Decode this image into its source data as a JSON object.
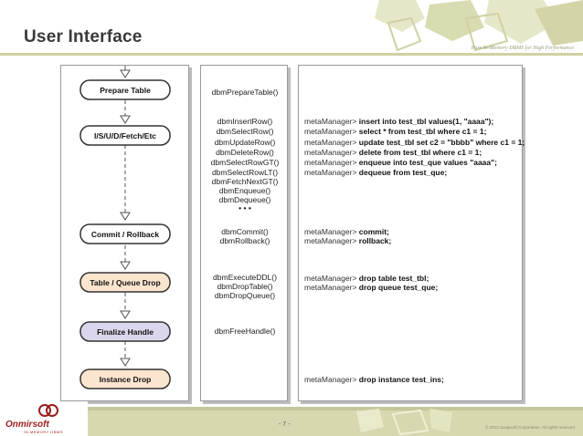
{
  "header": {
    "title": "User Interface",
    "tagline": "Pure In-Memory DBMS for High Performance"
  },
  "colors": {
    "accent": "#cfd1a3",
    "footer": "#d7d8b0",
    "box_default": "#ffffff",
    "box_drop": "#fbe5cf",
    "box_finalize": "#dcd6ec",
    "logo": "#9b1e1e"
  },
  "flow": {
    "steps": [
      {
        "label": "Prepare Table",
        "fill": "#ffffff"
      },
      {
        "label": "I/S/U/D/Fetch/Etc",
        "fill": "#ffffff"
      },
      {
        "label": "Commit / Rollback",
        "fill": "#ffffff"
      },
      {
        "label": "Table / Queue Drop",
        "fill": "#fbe5cf"
      },
      {
        "label": "Finalize Handle",
        "fill": "#dcd6ec"
      },
      {
        "label": "Instance Drop",
        "fill": "#fbe5cf"
      }
    ]
  },
  "api": {
    "prepare": [
      "dbmPrepareTable()"
    ],
    "dml": [
      "dbmInsertRow()",
      "dbmSelectRow()",
      "dbmUpdateRow()",
      "dbmDeleteRow()",
      "dbmSelectRowGT()",
      "dbmSelectRowLT()",
      "dbmFetchNextGT()",
      "dbmEnqueue()",
      "dbmDequeue()"
    ],
    "ellipsis": "• • •",
    "commit": [
      "dbmCommit()",
      "dbmRollback()"
    ],
    "drop": [
      "dbmExecuteDDL()",
      "dbmDropTable()",
      "dbmDropQueue()"
    ],
    "finalize": [
      "dbmFreeHandle()"
    ]
  },
  "commands": {
    "prefix": "metaManager>",
    "dml": [
      "insert into test_tbl values(1, \"aaaa\");",
      "select * from test_tbl where c1 = 1;",
      "update test_tbl set c2 = \"bbbb\" where c1 = 1;",
      "delete from test_tbl where c1 = 1;",
      "enqueue into test_que values \"aaaa\";",
      "dequeue from test_que;"
    ],
    "commit": [
      "commit;",
      "rollback;"
    ],
    "drop": [
      "drop table test_tbl;",
      "drop queue test_que;"
    ],
    "instance": [
      "drop instance test_ins;"
    ]
  },
  "footer": {
    "logo": "Onmirsoft",
    "logo_sub": "IN-MEMORY DBMS",
    "page": "- 7 -",
    "copyright": "© 2013 Sunjesoft Corporation. All rights reserved."
  }
}
